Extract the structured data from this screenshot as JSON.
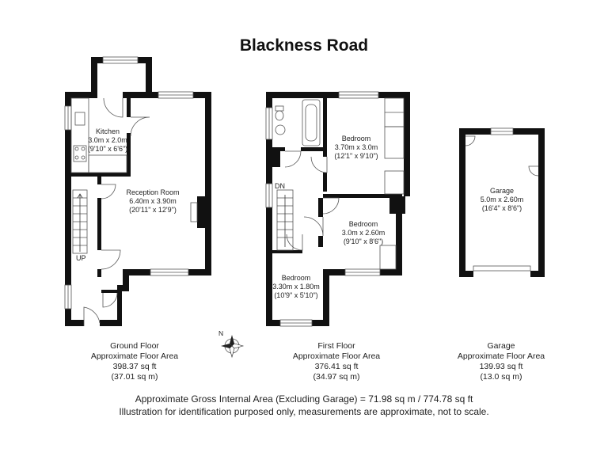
{
  "title": "Blackness Road",
  "rooms": {
    "kitchen": {
      "name": "Kitchen",
      "metric": "3.0m x 2.0m",
      "imperial": "(9'10\" x 6'6\")"
    },
    "reception": {
      "name": "Reception Room",
      "metric": "6.40m x 3.90m",
      "imperial": "(20'11\" x 12'9\")"
    },
    "bedroom1": {
      "name": "Bedroom",
      "metric": "3.70m x 3.0m",
      "imperial": "(12'1\" x 9'10\")"
    },
    "bedroom2": {
      "name": "Bedroom",
      "metric": "3.0m x 2.60m",
      "imperial": "(9'10\" x 8'6\")"
    },
    "bedroom3": {
      "name": "Bedroom",
      "metric": "3.30m x 1.80m",
      "imperial": "(10'9\" x 5'10\")"
    },
    "garage": {
      "name": "Garage",
      "metric": "5.0m x 2.60m",
      "imperial": "(16'4\" x 8'6\")"
    }
  },
  "stair_labels": {
    "up": "UP",
    "down": "DN"
  },
  "compass_label": "N",
  "floors": [
    {
      "name": "Ground Floor",
      "area_label": "Approximate Floor Area",
      "sqft": "398.37 sq ft",
      "sqm": "(37.01 sq m)"
    },
    {
      "name": "First Floor",
      "area_label": "Approximate Floor Area",
      "sqft": "376.41 sq ft",
      "sqm": "(34.97 sq m)"
    },
    {
      "name": "Garage",
      "area_label": "Approximate Floor Area",
      "sqft": "139.93 sq ft",
      "sqm": "(13.0 sq m)"
    }
  ],
  "footer": {
    "gross_area": "Approximate Gross Internal Area (Excluding Garage) = 71.98 sq m / 774.78 sq ft",
    "disclaimer": "Illustration for identification purposed only, measurements are approximate, not to scale."
  }
}
